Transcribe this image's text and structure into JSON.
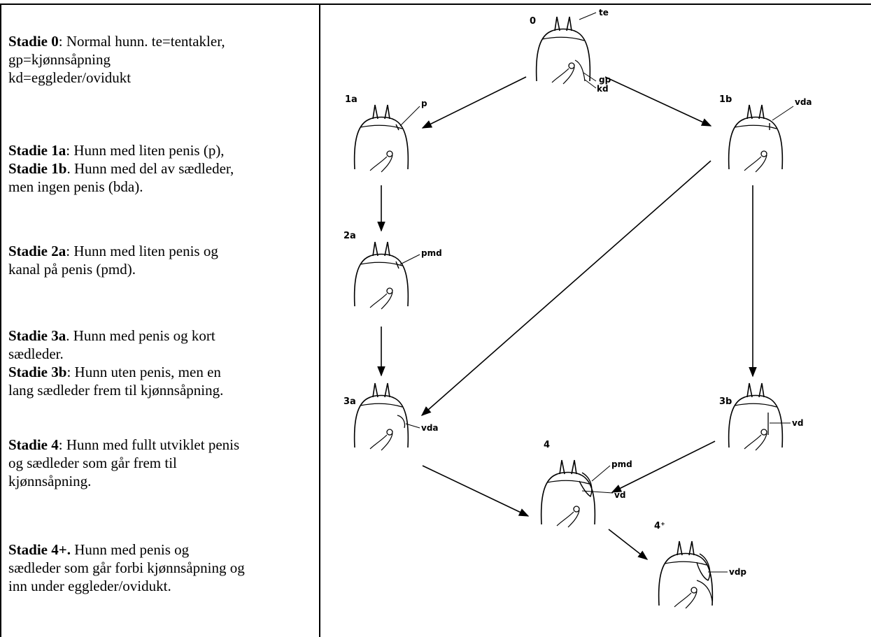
{
  "descriptions": [
    {
      "lines": [
        {
          "bold": "Stadie 0",
          "text": ":   Normal hunn. te=tentakler,"
        },
        {
          "bold": "",
          "text": "gp=kjønnsåpning"
        },
        {
          "bold": "",
          "text": "kd=eggleder/ovidukt"
        }
      ]
    },
    {
      "lines": [
        {
          "bold": "Stadie 1a",
          "text": ": Hunn med liten penis (p),"
        },
        {
          "bold": "Stadie 1b",
          "text": ". Hunn med del av sædleder,"
        },
        {
          "bold": "",
          "text": "men ingen penis (bda)."
        }
      ]
    },
    {
      "lines": [
        {
          "bold": "Stadie 2a",
          "text": ": Hunn med liten penis og"
        },
        {
          "bold": "",
          "text": "kanal på penis (pmd)."
        }
      ]
    },
    {
      "lines": [
        {
          "bold": "Stadie 3a",
          "text": ". Hunn med penis og kort"
        },
        {
          "bold": "",
          "text": "sædleder."
        },
        {
          "bold": "Stadie 3b",
          "text": ": Hunn uten penis, men en"
        },
        {
          "bold": "",
          "text": "lang sædleder frem til kjønnsåpning."
        }
      ]
    },
    {
      "lines": [
        {
          "bold": "Stadie 4",
          "text": ":   Hunn med fullt utviklet penis"
        },
        {
          "bold": "",
          "text": "og sædleder som går frem til"
        },
        {
          "bold": "",
          "text": "kjønnsåpning."
        }
      ]
    },
    {
      "lines": [
        {
          "bold": "Stadie 4+.",
          "text": " Hunn med penis og"
        },
        {
          "bold": "",
          "text": "sædleder som går forbi kjønnsåpning og"
        },
        {
          "bold": "",
          "text": "inn under eggleder/ovidukt."
        }
      ]
    }
  ],
  "diagram": {
    "stages": {
      "s0": "0",
      "s1a": "1a",
      "s1b": "1b",
      "s2a": "2a",
      "s3a": "3a",
      "s3b": "3b",
      "s4": "4",
      "s4p": "4⁺"
    },
    "labels": {
      "te": "te",
      "gp": "gp",
      "kd": "kd",
      "p": "p",
      "vda1b": "vda",
      "pmd2a": "pmd",
      "vda3a": "vda",
      "vd3b": "vd",
      "pmd4": "pmd",
      "vd4": "vd",
      "vdp": "vdp"
    }
  }
}
